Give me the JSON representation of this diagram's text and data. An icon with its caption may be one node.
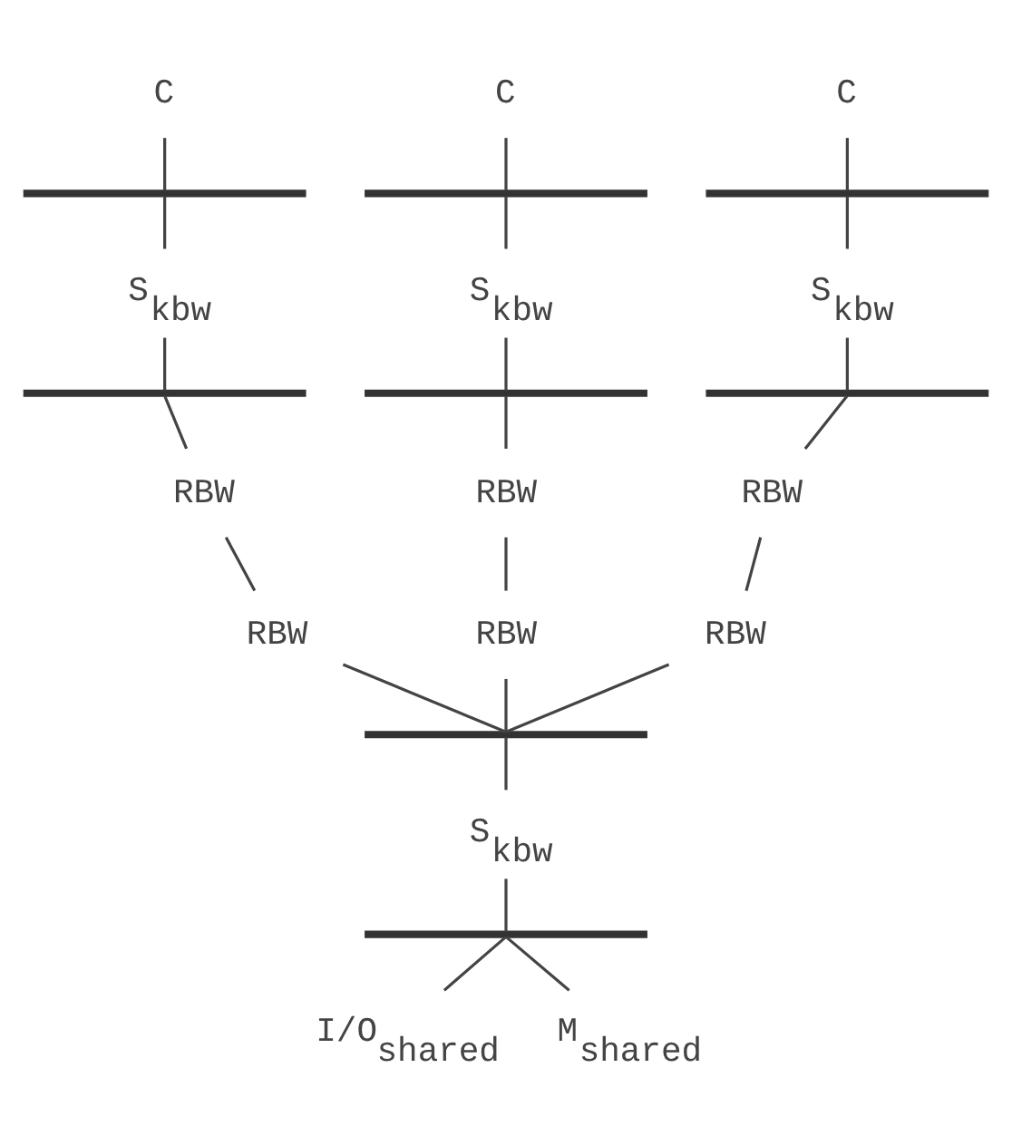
{
  "diagram": {
    "nodes": [
      {
        "text": [
          "C"
        ]
      },
      {
        "text": [
          "C"
        ]
      },
      {
        "text": [
          "C"
        ]
      },
      {
        "text": [],
        "shape": "bar"
      },
      {
        "text": [],
        "shape": "bar"
      },
      {
        "text": [],
        "shape": "bar"
      },
      {
        "text": [
          "S$_{kbw}$"
        ]
      },
      {
        "text": [
          "S$_{kbw}$"
        ]
      },
      {
        "text": [
          "S$_{kbw}$"
        ]
      },
      {
        "text": [],
        "shape": "bar"
      },
      {
        "text": [],
        "shape": "bar"
      },
      {
        "text": [],
        "shape": "bar"
      },
      {
        "text": [
          "RBW"
        ]
      },
      {
        "text": [
          "RBW"
        ]
      },
      {
        "text": [
          "RBW"
        ]
      },
      {
        "text": [
          "RBW"
        ]
      },
      {
        "text": [
          "RBW"
        ]
      },
      {
        "text": [
          "RBW"
        ]
      },
      {
        "text": [],
        "shape": "bar"
      },
      {
        "text": [
          "S$_{kbw}$"
        ]
      },
      {
        "text": [],
        "shape": "bar"
      },
      {
        "text": [
          "I/O$_{shared}$"
        ]
      },
      {
        "text": [
          "M$_{shared}$"
        ]
      }
    ],
    "edges": [
      {
        "from": 0,
        "to": 3,
        "arrow": "none"
      },
      {
        "from": 1,
        "to": 4,
        "arrow": "none"
      },
      {
        "from": 2,
        "to": 5,
        "arrow": "none"
      },
      {
        "from": 3,
        "to": 6,
        "arrow": "none"
      },
      {
        "from": 4,
        "to": 7,
        "arrow": "none"
      },
      {
        "from": 5,
        "to": 8,
        "arrow": "none"
      },
      {
        "from": 6,
        "to": 9,
        "arrow": "none"
      },
      {
        "from": 7,
        "to": 10,
        "arrow": "none"
      },
      {
        "from": 8,
        "to": 11,
        "arrow": "none"
      },
      {
        "from": 9,
        "to": 12,
        "arrow": "none"
      },
      {
        "from": 10,
        "to": 13,
        "arrow": "none"
      },
      {
        "from": 11,
        "to": 14,
        "arrow": "none"
      },
      {
        "from": 12,
        "to": 15,
        "arrow": "none"
      },
      {
        "from": 13,
        "to": 16,
        "arrow": "none"
      },
      {
        "from": 14,
        "to": 17,
        "arrow": "none"
      },
      {
        "from": 15,
        "to": 18,
        "arrow": "none"
      },
      {
        "from": 16,
        "to": 18,
        "arrow": "none"
      },
      {
        "from": 17,
        "to": 18,
        "arrow": "none"
      },
      {
        "from": 18,
        "to": 19,
        "arrow": "none"
      },
      {
        "from": 19,
        "to": 20,
        "arrow": "none"
      },
      {
        "from": 20,
        "to": 21,
        "arrow": "none"
      },
      {
        "from": 20,
        "to": 22,
        "arrow": "none"
      }
    ]
  }
}
